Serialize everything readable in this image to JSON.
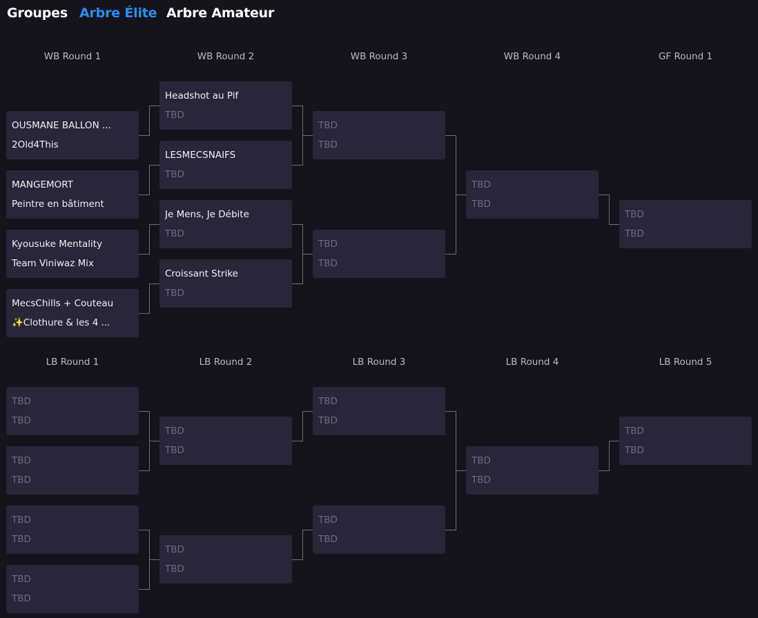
{
  "tabs": [
    {
      "label": "Groupes",
      "active": false
    },
    {
      "label": "Arbre Élite",
      "active": true
    },
    {
      "label": "Arbre Amateur",
      "active": false
    }
  ],
  "colors": {
    "background": "#15141d",
    "card": "#282638",
    "accent": "#2f8cf0",
    "connector": "#6f6d80",
    "tbd_text": "#6d6b82"
  },
  "winners_bracket": {
    "rounds": [
      {
        "title": "WB Round 1",
        "matches": [
          {
            "team1": "OUSMANE BALLON ...",
            "team2": "2Old4This"
          },
          {
            "team1": "MANGEMORT",
            "team2": "Peintre en bâtiment"
          },
          {
            "team1": "Kyousuke Mentality",
            "team2": "Team Viniwaz Mix"
          },
          {
            "team1": "MecsChills + Couteau",
            "team2": "✨Clothure & les 4 ..."
          }
        ]
      },
      {
        "title": "WB Round 2",
        "matches": [
          {
            "team1": "Headshot au Pif",
            "team2": "TBD"
          },
          {
            "team1": "LESMECSNAIFS",
            "team2": "TBD"
          },
          {
            "team1": "Je Mens, Je Débite",
            "team2": "TBD"
          },
          {
            "team1": "Croissant Strike",
            "team2": "TBD"
          }
        ]
      },
      {
        "title": "WB Round 3",
        "matches": [
          {
            "team1": "TBD",
            "team2": "TBD"
          },
          {
            "team1": "TBD",
            "team2": "TBD"
          }
        ]
      },
      {
        "title": "WB Round 4",
        "matches": [
          {
            "team1": "TBD",
            "team2": "TBD"
          }
        ]
      },
      {
        "title": "GF Round 1",
        "matches": [
          {
            "team1": "TBD",
            "team2": "TBD"
          }
        ]
      }
    ]
  },
  "losers_bracket": {
    "rounds": [
      {
        "title": "LB Round 1",
        "matches": [
          {
            "team1": "TBD",
            "team2": "TBD"
          },
          {
            "team1": "TBD",
            "team2": "TBD"
          },
          {
            "team1": "TBD",
            "team2": "TBD"
          },
          {
            "team1": "TBD",
            "team2": "TBD"
          }
        ]
      },
      {
        "title": "LB Round 2",
        "matches": [
          {
            "team1": "TBD",
            "team2": "TBD"
          },
          {
            "team1": "TBD",
            "team2": "TBD"
          }
        ]
      },
      {
        "title": "LB Round 3",
        "matches": [
          {
            "team1": "TBD",
            "team2": "TBD"
          },
          {
            "team1": "TBD",
            "team2": "TBD"
          }
        ]
      },
      {
        "title": "LB Round 4",
        "matches": [
          {
            "team1": "TBD",
            "team2": "TBD"
          }
        ]
      },
      {
        "title": "LB Round 5",
        "matches": [
          {
            "team1": "TBD",
            "team2": "TBD"
          }
        ]
      }
    ]
  }
}
